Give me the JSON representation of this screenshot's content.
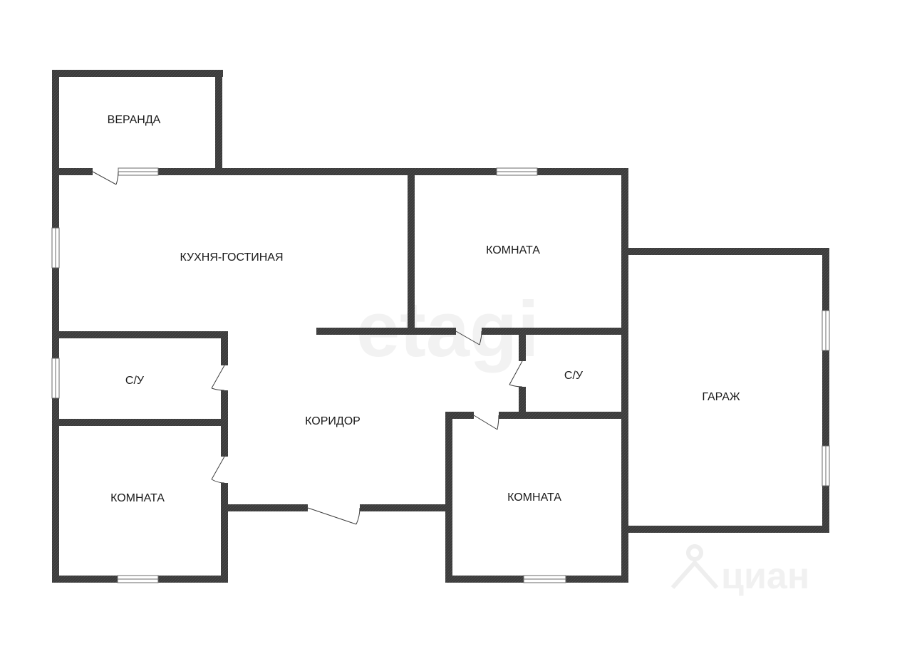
{
  "rooms": {
    "veranda": "ВЕРАНДА",
    "kitchen_living": "КУХНЯ-ГОСТИНАЯ",
    "room_top": "КОМНАТА",
    "bathroom_left": "С/У",
    "corridor": "КОРИДОР",
    "bathroom_right": "С/У",
    "garage": "ГАРАЖ",
    "room_bottom_left": "КОМНАТА",
    "room_bottom_center": "КОМНАТА"
  },
  "watermarks": {
    "etagi": "etagi",
    "cian": "циан"
  },
  "colors": {
    "wall": "#3b3b3b",
    "background": "#ffffff"
  }
}
